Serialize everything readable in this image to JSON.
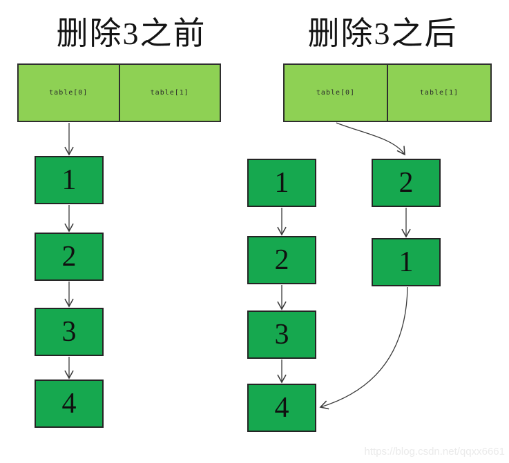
{
  "colors": {
    "background": "#ffffff",
    "table_fill": "#8ed154",
    "node_fill": "#16a84f",
    "box_border": "#2e2e2e",
    "arrow": "#3a3a3a",
    "watermark_text": "#eaeaea"
  },
  "before": {
    "title": "删除3之前",
    "table_cells": [
      "table[0]",
      "table[1]"
    ],
    "chain_nodes": [
      "1",
      "2",
      "3",
      "4"
    ]
  },
  "after": {
    "title": "删除3之后",
    "table_cells": [
      "table[0]",
      "table[1]"
    ],
    "old_chain_nodes": [
      "1",
      "2",
      "3",
      "4"
    ],
    "new_chain_nodes": [
      "2",
      "1"
    ]
  },
  "watermark": "https://blog.csdn.net/qqxx6661"
}
